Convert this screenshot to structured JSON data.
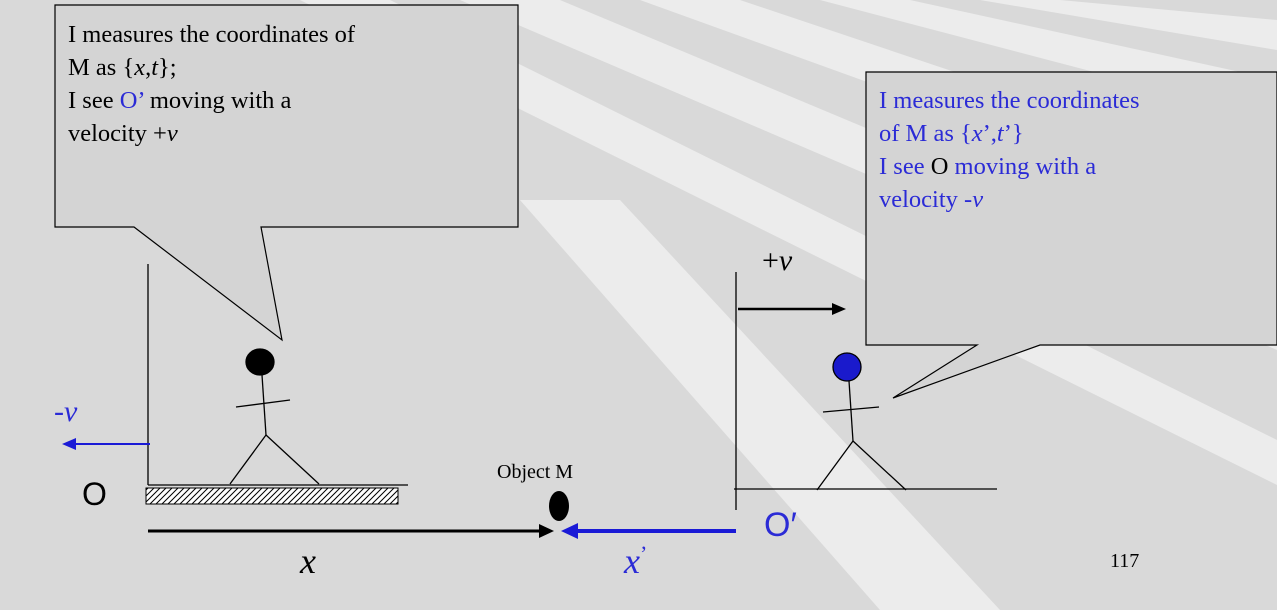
{
  "colors": {
    "background": "#d9d9d9",
    "stripe": "#ececec",
    "callout_fill": "#d4d4d4",
    "observer_o_head": "#000000",
    "observer_o_prime_head": "#1a1acc",
    "blue_text": "#2b2bd6",
    "blue_arrow": "#1a1ad6"
  },
  "callout_o": {
    "line1": "I measures the coordinates of",
    "line2_prefix": "M as {",
    "line2_x": "x",
    "line2_comma": ",",
    "line2_t": "t",
    "line2_suffix": "};",
    "line3_prefix": "I see ",
    "line3_oprime": "O’",
    "line3_suffix": " moving with a",
    "line4_prefix": "velocity  +",
    "line4_v": "v"
  },
  "callout_o_prime": {
    "line1": "I measures the coordinates",
    "line2_prefix": "of M as  {",
    "line2_x": "x",
    "line2_mid": "’,",
    "line2_t": "t",
    "line2_suffix": "’}",
    "line3_prefix": "I see ",
    "line3_o": "O",
    "line3_suffix": " moving with a",
    "line4_prefix": "velocity -",
    "line4_v": "v"
  },
  "labels": {
    "velocity_plus_sign": "+",
    "velocity_plus_v": "v",
    "velocity_minus_sign": "-",
    "velocity_minus_v": "v",
    "origin_o": "O",
    "origin_o_prime": "O′",
    "object_m": "Object M",
    "x": "x",
    "x_prime_x": "x",
    "x_prime_mark": "’",
    "page_number": "117"
  }
}
